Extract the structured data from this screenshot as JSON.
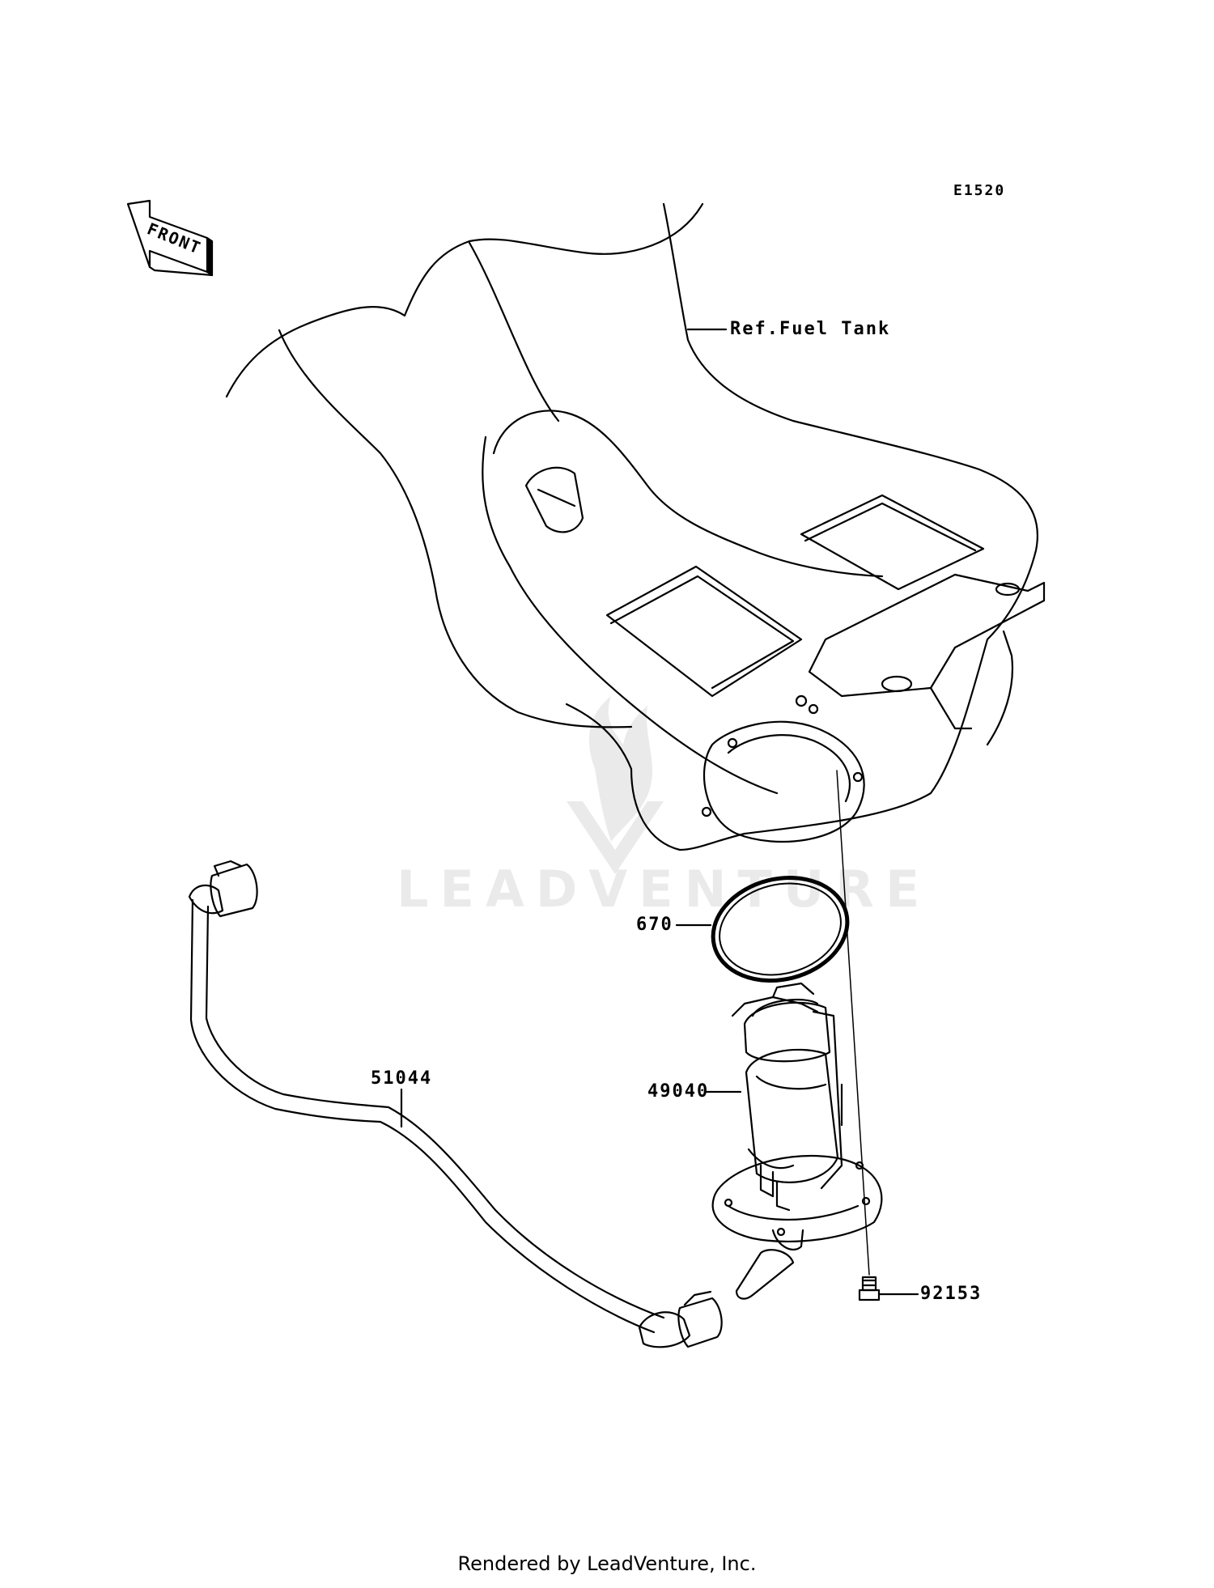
{
  "diagram_code": "E1520",
  "front_label": "FRONT",
  "ref_label": "Ref.Fuel Tank",
  "parts": {
    "gasket": "670",
    "pump": "49040",
    "hose": "51044",
    "bolt": "92153"
  },
  "watermark": "LEADVENTURE",
  "footer": "Rendered by LeadVenture, Inc."
}
